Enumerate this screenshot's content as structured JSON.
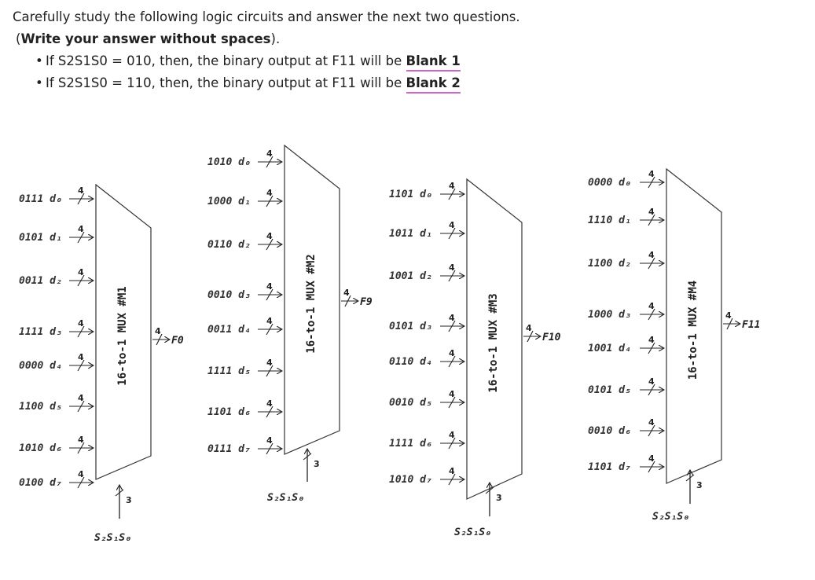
{
  "intro": {
    "line1": "Carefully study the following logic circuits and answer the next two questions.",
    "line2_open": "(",
    "line2_bold": "Write your answer without spaces",
    "line2_close": ").",
    "q1_text": "If S2S1S0 = 010, then, the binary output at F11 will be ",
    "q1_blank": "Blank 1",
    "q2_text": "If S2S1S0 = 110, then, the binary output at F11 will be ",
    "q2_blank": "Blank 2"
  },
  "bus_width": "4",
  "select_width": "3",
  "select_label": "S₂S₁S₀",
  "muxes": [
    {
      "name": "16-to-1 MUX  #M1",
      "output": "F0",
      "inputs": [
        "0111 d₀",
        "0101 d₁",
        "0011 d₂",
        "1111 d₃",
        "0000 d₄",
        "1100 d₅",
        "1010 d₆",
        "0100 d₇"
      ]
    },
    {
      "name": "16-to-1 MUX  #M2",
      "output": "F9",
      "inputs": [
        "1010 d₀",
        "1000 d₁",
        "0110 d₂",
        "0010 d₃",
        "0011 d₄",
        "1111 d₅",
        "1101 d₆",
        "0111 d₇"
      ]
    },
    {
      "name": "16-to-1 MUX  #M3",
      "output": "F10",
      "inputs": [
        "1101 d₀",
        "1011 d₁",
        "1001 d₂",
        "0101 d₃",
        "0110 d₄",
        "0010 d₅",
        "1111 d₆",
        "1010 d₇"
      ]
    },
    {
      "name": "16-to-1 MUX  #M4",
      "output": "F11",
      "inputs": [
        "0000 d₀",
        "1110 d₁",
        "1100 d₂",
        "1000 d₃",
        "1001 d₄",
        "0101 d₅",
        "0010 d₆",
        "1101 d₇"
      ]
    }
  ]
}
